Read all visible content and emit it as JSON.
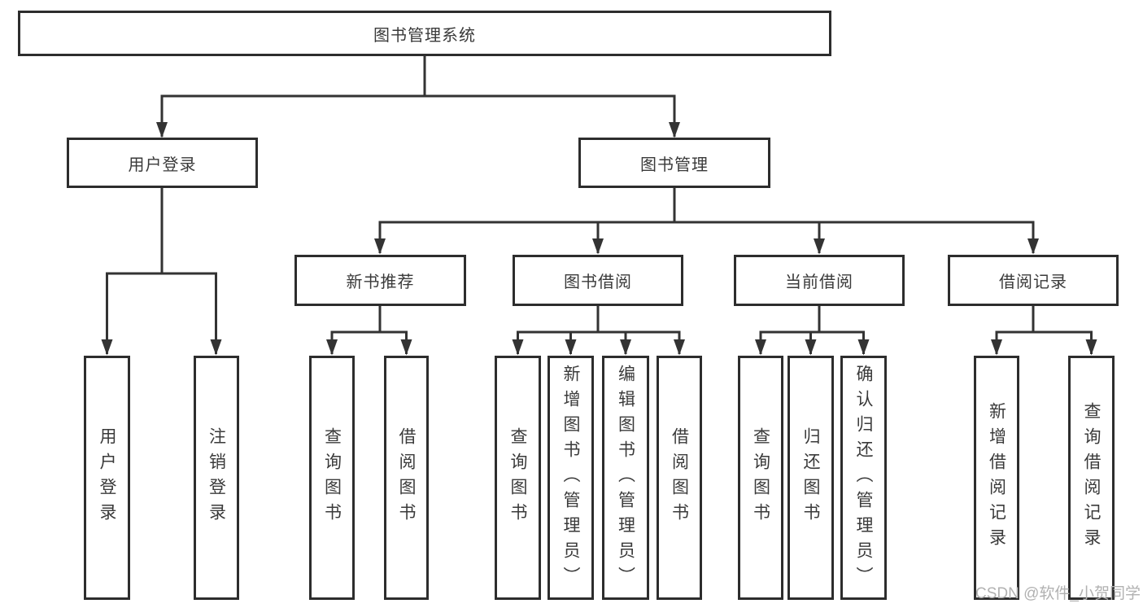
{
  "diagram": {
    "title": "图书管理系统",
    "type": "hierarchy-tree"
  },
  "nodes": {
    "root": "图书管理系统",
    "user_branch": "用户登录",
    "book_branch": "图书管理",
    "mid": [
      "新书推荐",
      "图书借阅",
      "当前借阅",
      "借阅记录"
    ],
    "user_leaves": [
      "用户登录",
      "注销登录"
    ],
    "new_book_leaves": [
      "查询图书",
      "借阅图书"
    ],
    "borrow_leaves": [
      "查询图书",
      "新增图书（管理员）",
      "编辑图书（管理员）",
      "借阅图书"
    ],
    "current_leaves": [
      "查询图书",
      "归还图书",
      "确认归还（管理员）"
    ],
    "record_leaves": [
      "新增借阅记录",
      "查询借阅记录"
    ]
  },
  "watermark": "CSDN @软件_小贺同学",
  "colors": {
    "line": "#333333",
    "box_border": "#2d2d2d",
    "box_fill": "#ffffff",
    "text": "#3a3a3a",
    "watermark": "#b1b1b1",
    "background": "#ffffff"
  }
}
